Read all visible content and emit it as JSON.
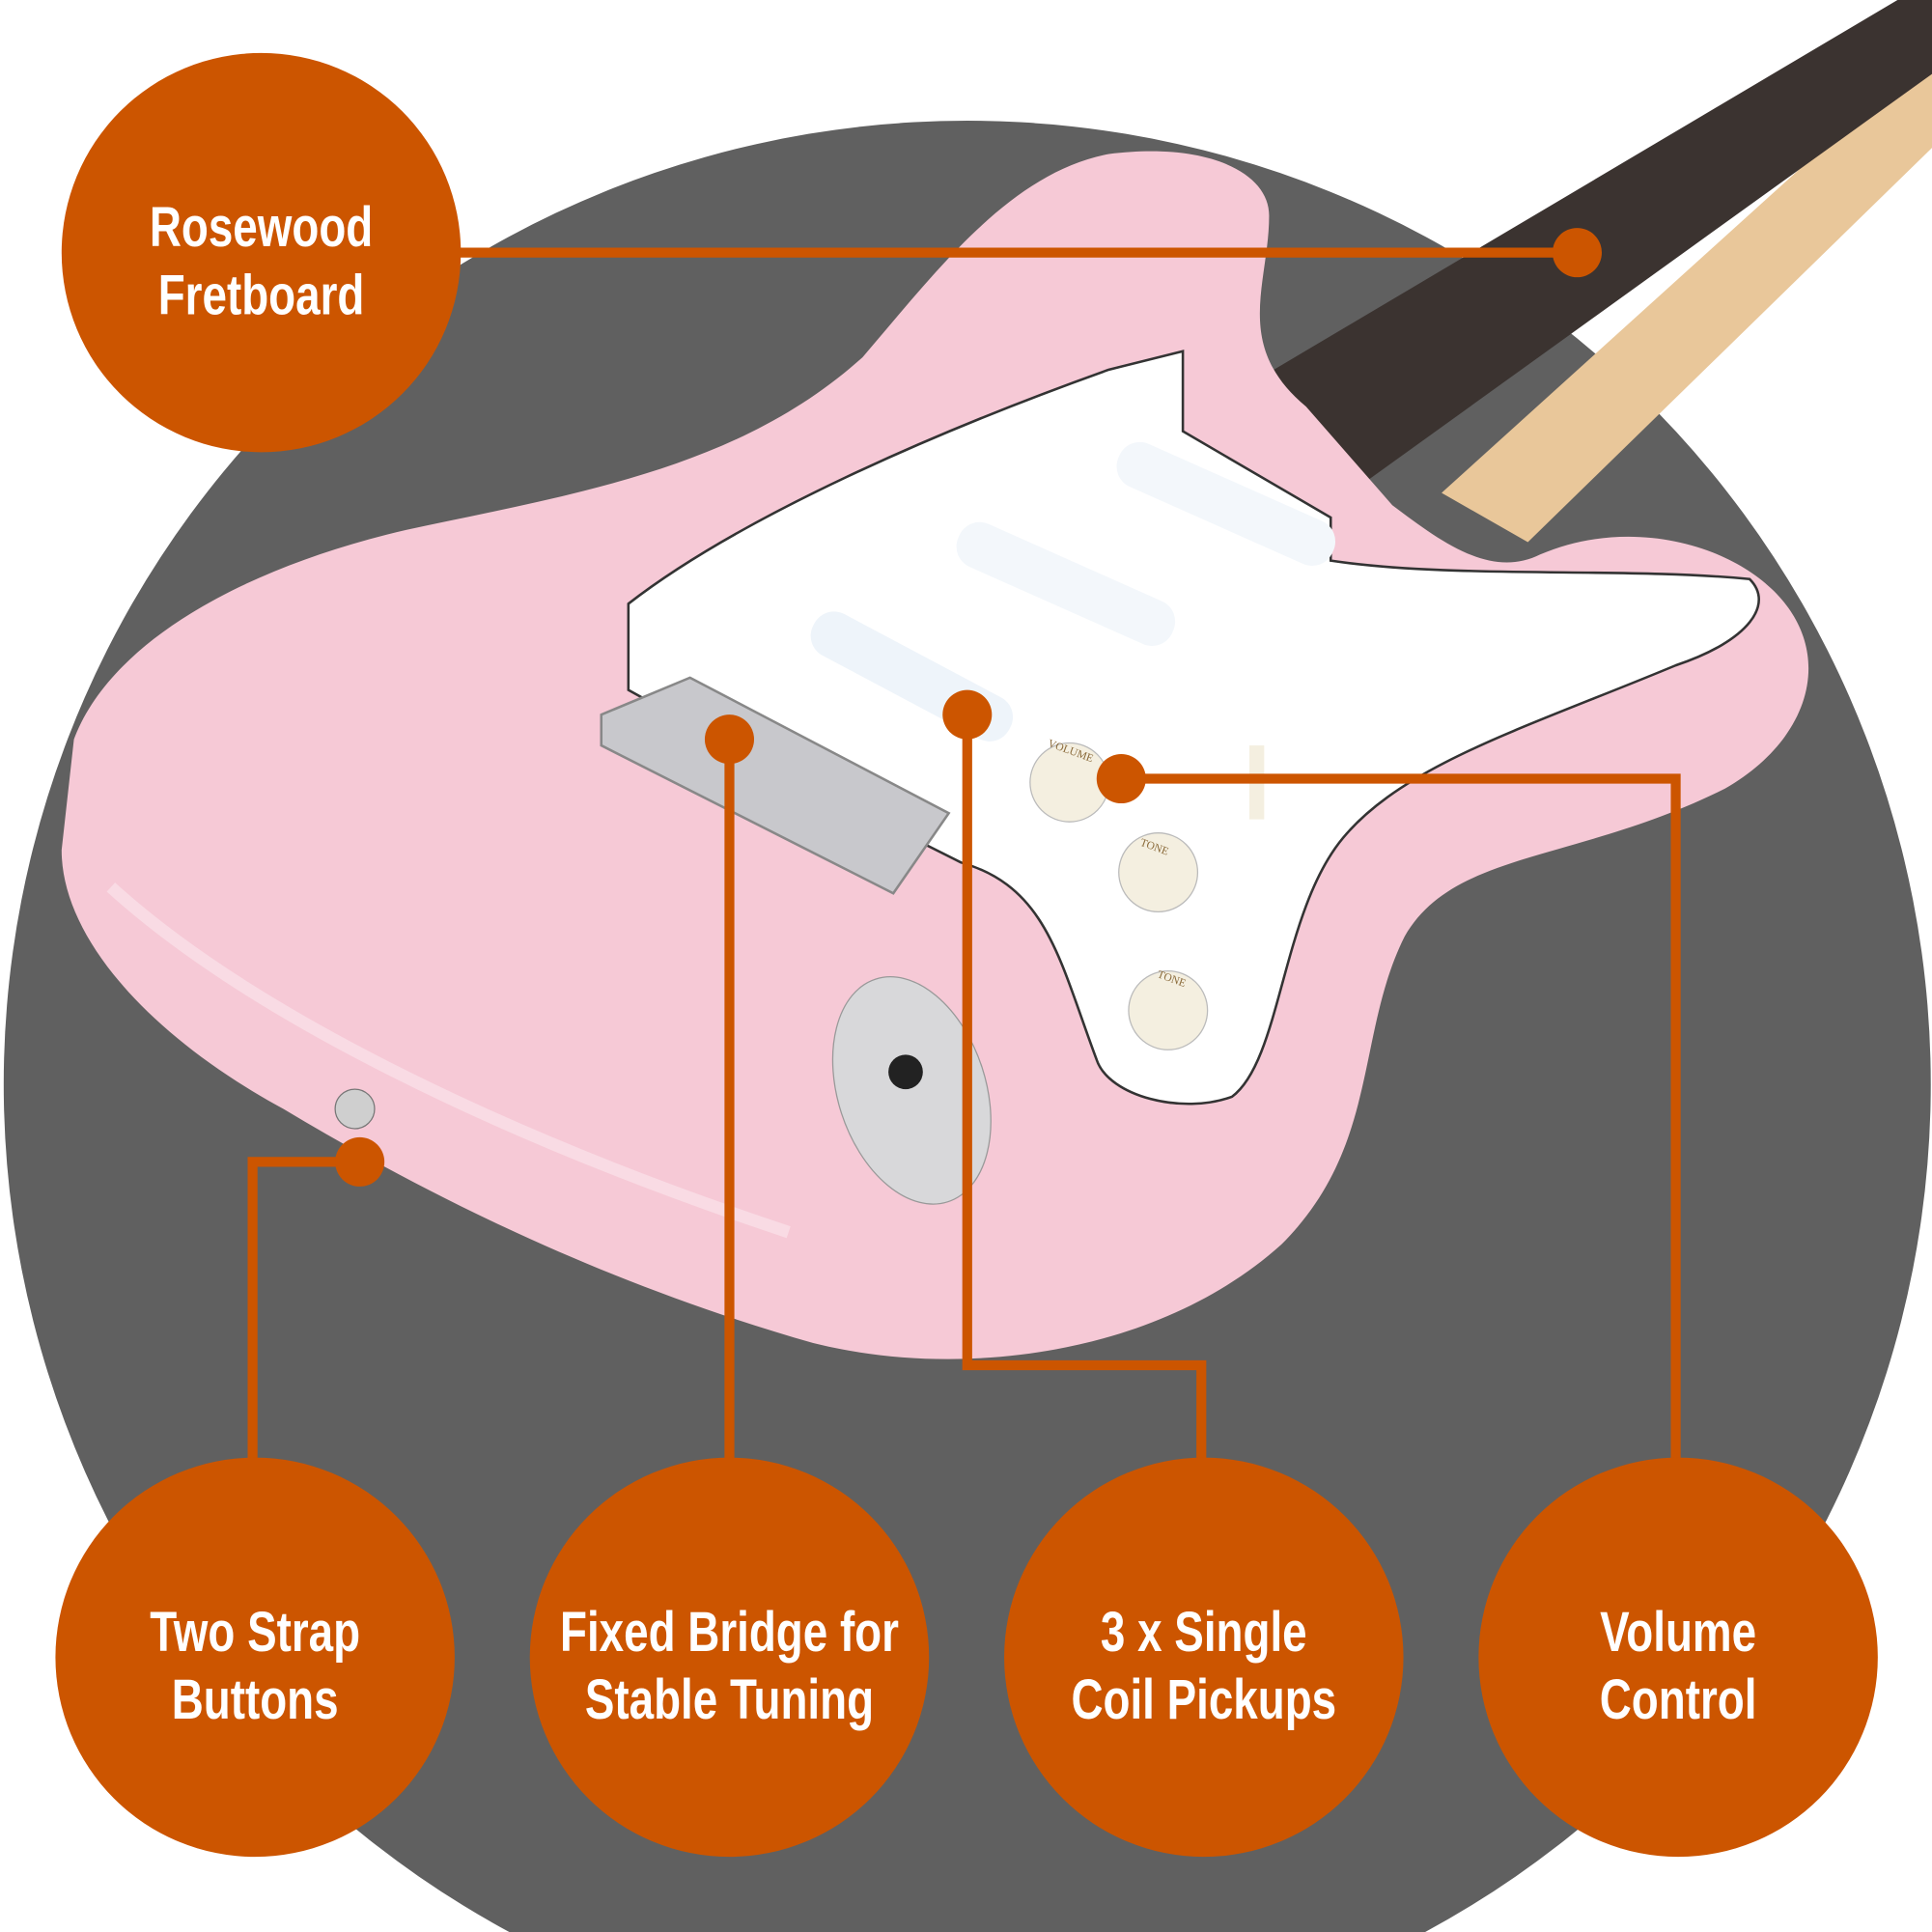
{
  "colors": {
    "background": "#ffffff",
    "backdrop_circle": "#606060",
    "callout": "#cc5500",
    "guitar_body": "#f6c9d6",
    "pickguard": "#ffffff",
    "fretboard": "#3b3330",
    "label_text": "#ffffff"
  },
  "callouts": [
    {
      "id": "fretboard",
      "line1": "Rosewood",
      "line2": "Fretboard"
    },
    {
      "id": "strap-buttons",
      "line1": "Two Strap",
      "line2": "Buttons"
    },
    {
      "id": "bridge",
      "line1": "Fixed Bridge for",
      "line2": "Stable Tuning"
    },
    {
      "id": "pickups",
      "line1": "3 x Single",
      "line2": "Coil Pickups"
    },
    {
      "id": "volume",
      "line1": "Volume",
      "line2": "Control"
    }
  ],
  "guitar": {
    "knob_labels": [
      "VOLUME",
      "TONE",
      "TONE"
    ]
  }
}
